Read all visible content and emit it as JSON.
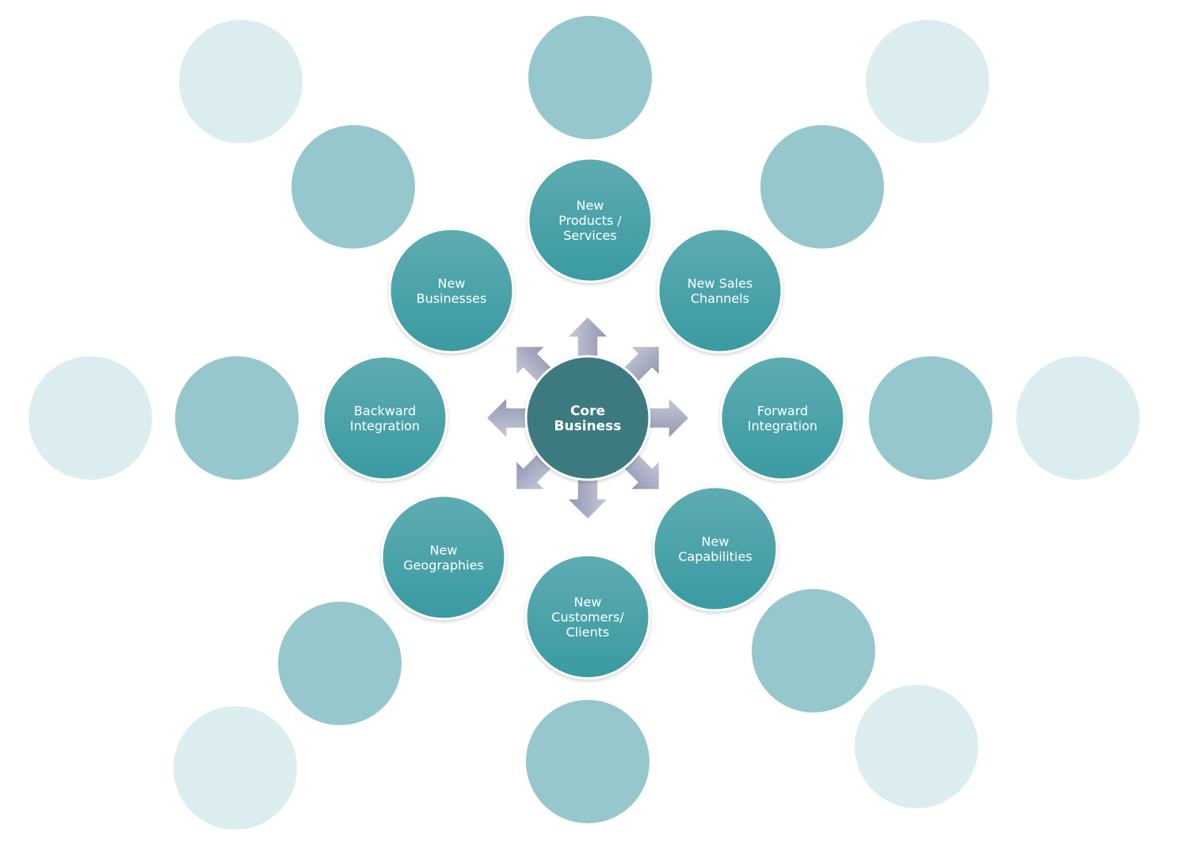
{
  "colors": {
    "outer_faint": "#dcedf0",
    "outer_mid": "#96c7cd",
    "node_top": "#5eacb1",
    "node_bottom": "#3a9aa2",
    "core": "#3e7a80",
    "arrow_light": "#c7cad8",
    "arrow_dark": "#8f95b0",
    "outline": "#ffffff"
  },
  "core": {
    "name": "core-business",
    "lines": [
      "Core",
      "Business"
    ]
  },
  "nodes": [
    {
      "name": "node-new-products-services",
      "lines": [
        "New",
        "Products /",
        "Services"
      ]
    },
    {
      "name": "node-new-sales-channels",
      "lines": [
        "New Sales",
        "Channels"
      ]
    },
    {
      "name": "node-forward-integration",
      "lines": [
        "Forward",
        "Integration"
      ]
    },
    {
      "name": "node-new-capabilities",
      "lines": [
        "New",
        "Capabilities"
      ]
    },
    {
      "name": "node-new-customers-clients",
      "lines": [
        "New",
        "Customers/",
        "Clients"
      ]
    },
    {
      "name": "node-new-geographies",
      "lines": [
        "New",
        "Geographies"
      ]
    },
    {
      "name": "node-backward-integration",
      "lines": [
        "Backward",
        "Integration"
      ]
    },
    {
      "name": "node-new-businesses",
      "lines": [
        "New",
        "Businesses"
      ]
    }
  ],
  "arrow_directions": [
    "up",
    "up-right",
    "right",
    "down-right",
    "down",
    "down-left",
    "left",
    "up-left"
  ]
}
